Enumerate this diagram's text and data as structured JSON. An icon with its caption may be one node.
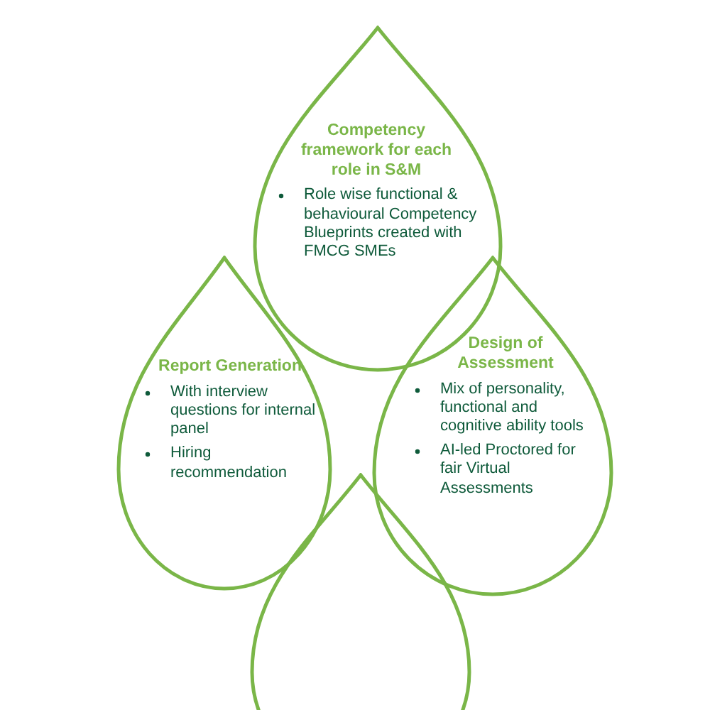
{
  "diagram": {
    "nodes": [
      {
        "text": [
          "Competency framework for each role in S&M",
          "Role wise functional & behavioural Competency Blueprints created with FMCG SMEs"
        ]
      },
      {
        "text": [
          "Report Generation",
          "With interview questions for internal panel",
          "Hiring recommendation"
        ]
      },
      {
        "text": [
          "Design of **Assessment**",
          "Mix of personality, functional and cognitive ability tools",
          "AI-led Proctored for fair Virtual Assessments"
        ]
      },
      {
        "text": [],
        "shape": "drop"
      }
    ]
  }
}
